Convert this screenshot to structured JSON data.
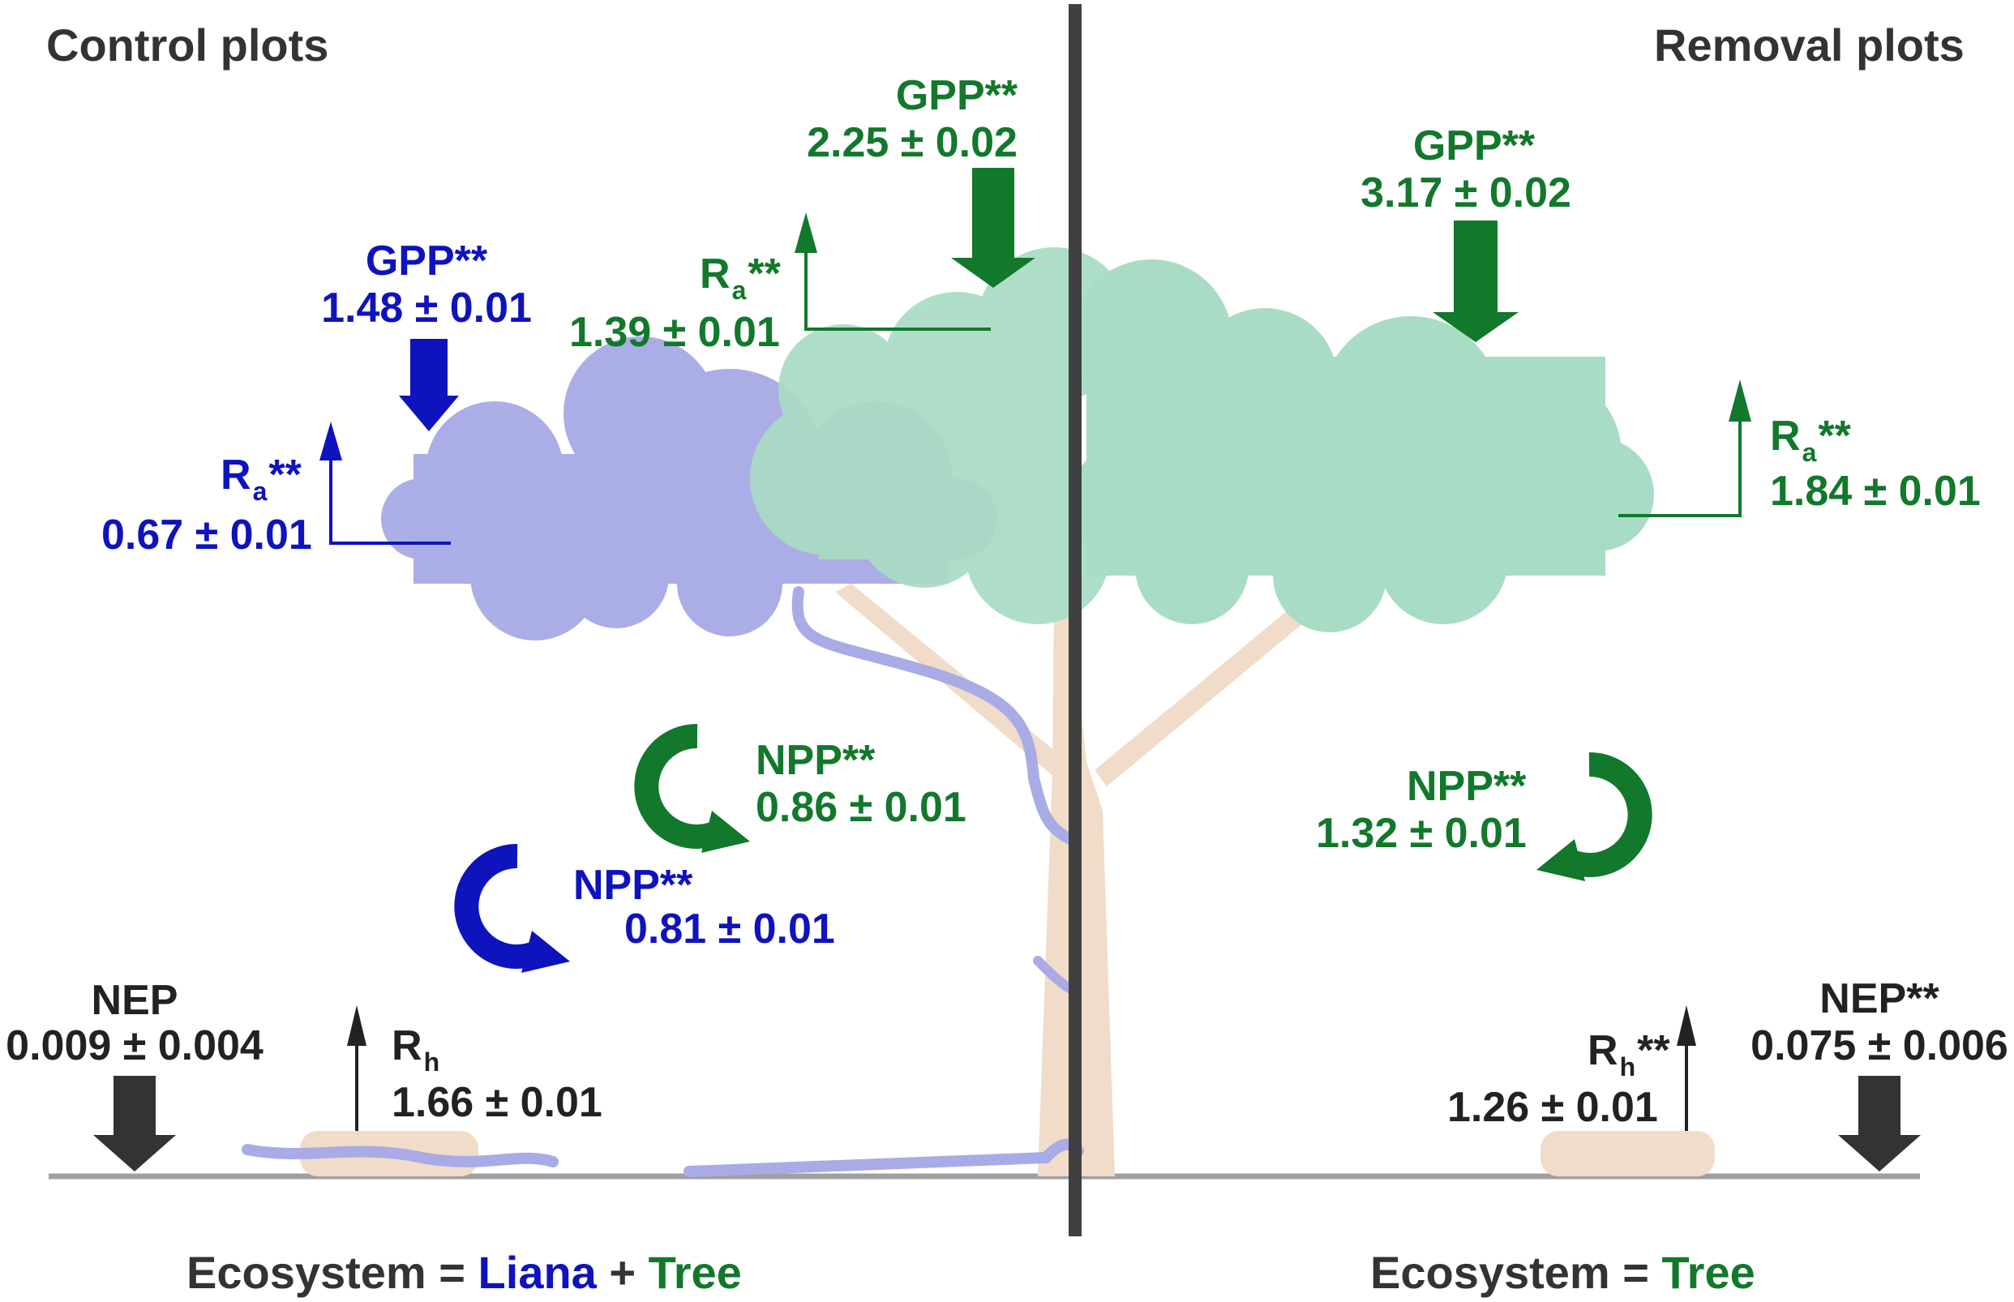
{
  "headers": {
    "left": "Control plots",
    "right": "Removal plots"
  },
  "control": {
    "liana_gpp": {
      "label": "GPP**",
      "value": "1.48 ± 0.01"
    },
    "liana_ra": {
      "label_main": "R",
      "label_sub": "a",
      "label_stars": "**",
      "value": "0.67 ± 0.01"
    },
    "tree_gpp": {
      "label": "GPP**",
      "value": "2.25 ± 0.02"
    },
    "tree_ra": {
      "label_main": "R",
      "label_sub": "a",
      "label_stars": "**",
      "value": "1.39 ± 0.01"
    },
    "tree_npp": {
      "label": "NPP**",
      "value": "0.86 ± 0.01"
    },
    "liana_npp": {
      "label": "NPP**",
      "value": "0.81 ± 0.01"
    },
    "nep": {
      "label": "NEP",
      "value": "0.009  ± 0.004"
    },
    "rh": {
      "label_main": "R",
      "label_sub": "h",
      "label_stars": "",
      "value": "1.66  ± 0.01"
    }
  },
  "removal": {
    "gpp": {
      "label": "GPP**",
      "value": "3.17 ± 0.02"
    },
    "ra": {
      "label_main": "R",
      "label_sub": "a",
      "label_stars": "**",
      "value": "1.84 ± 0.01"
    },
    "npp": {
      "label": "NPP**",
      "value": "1.32 ± 0.01"
    },
    "rh": {
      "label_main": "R",
      "label_sub": "h",
      "label_stars": "**",
      "value": "1.26  ± 0.01"
    },
    "nep": {
      "label": "NEP**",
      "value": "0.075  ± 0.006"
    }
  },
  "footer": {
    "left": {
      "prefix": "Ecosystem = ",
      "liana": "Liana",
      "plus": " + ",
      "tree": "Tree"
    },
    "right": {
      "prefix": "Ecosystem = ",
      "tree": "Tree"
    }
  },
  "colors": {
    "liana": "#0f13bd",
    "tree": "#12782b",
    "dark": "#222222",
    "liana_canopy": "#a9abe6",
    "tree_canopy": "#a9dcc4",
    "trunk": "#f0dcc8",
    "ground": "#a0a0a0",
    "divider": "#404040"
  }
}
